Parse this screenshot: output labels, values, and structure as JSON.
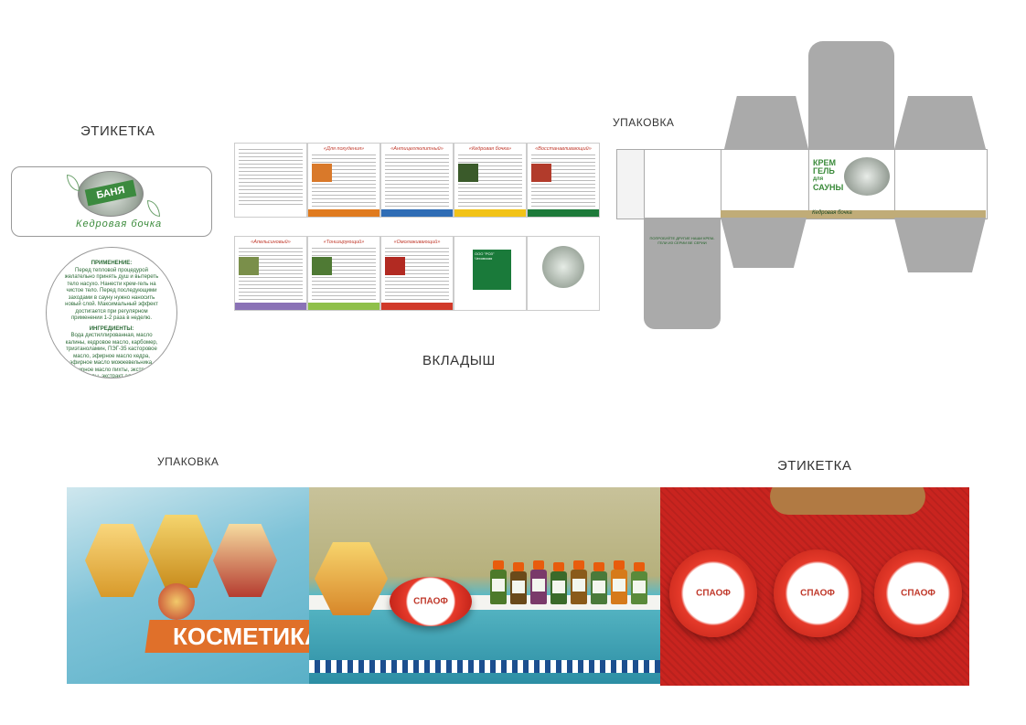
{
  "headings": {
    "label_top": "ЭТИКЕТКА",
    "packaging_top": "УПАКОВКА",
    "insert": "ВКЛАДЫШ",
    "packaging_bottom": "УПАКОВКА",
    "label_bottom": "ЭТИКЕТКА"
  },
  "label": {
    "brand": "БАНЯ",
    "subtitle": "Кедровая бочка"
  },
  "round_label": {
    "application_title": "ПРИМЕНЕНИЕ:",
    "application_text": "Перед тепловой процедурой желательно принять душ и вытереть тело насухо. Нанести крем-гель на чистое тело. Перед последующими заходами в сауну нужно наносить новый слой. Максимальный эффект достигается при регулярном применении 1-2 раза в неделю.",
    "ingredients_title": "ИНГРЕДИЕНТЫ:",
    "ingredients_text": "Вода дистиллированная, масло калины, кедровое масло, карбомер, триэтаноламин, ПЭГ-35 касторовое масло, эфирное масло кедра, эфирное масло можжевельника, эфирное масло пихты, экстракт календулы, экстракт алоэ-вера, экстракт эхинацеи пурпурной."
  },
  "insert": {
    "top_row": [
      {
        "title": "",
        "stripe": "#ffffff",
        "img": ""
      },
      {
        "title": "«Для похудения»",
        "stripe": "#e07b1f",
        "img": "#d9792a"
      },
      {
        "title": "«Антицеллюлитный»",
        "stripe": "#2f6db5",
        "img": "#6b8c3a"
      },
      {
        "title": "«Кедровая бочка»",
        "stripe": "#f2c318",
        "img": "#3a5a2a"
      },
      {
        "title": "«Восстанавливающий»",
        "stripe": "#1d7a3a",
        "img": "#b23b2b"
      }
    ],
    "bottom_row": [
      {
        "title": "«Апельсиновый»",
        "stripe": "#8a72b6",
        "img": "#7a8f4a"
      },
      {
        "title": "«Тонизирующий»",
        "stripe": "#8fc04a",
        "img": "#4f7a34"
      },
      {
        "title": "«Омолаживающий»",
        "stripe": "#d13a2a",
        "img": "#b22a22"
      },
      {
        "title": "ООО \"РОЗ\" Чеховская",
        "stripe": "#ffffff",
        "img": ""
      },
      {
        "title": "",
        "stripe": "#ffffff",
        "img": ""
      }
    ]
  },
  "box": {
    "front_title_line1": "КРЕМ",
    "front_title_line2": "ГЕЛЬ",
    "front_title_line3": "для",
    "front_title_line4": "САУНЫ",
    "back_band": "Кедровая бочка",
    "side_note": "ПОПРОБУЙТЕ ДРУГИЕ НАШИ КРЕМ-ГЕЛИ ИЗ СЕРИИ ВЕ СЕРИИ"
  },
  "photos": {
    "kosmetika": "КОСМЕТИКА",
    "jar_logo": "СПАОФ"
  }
}
